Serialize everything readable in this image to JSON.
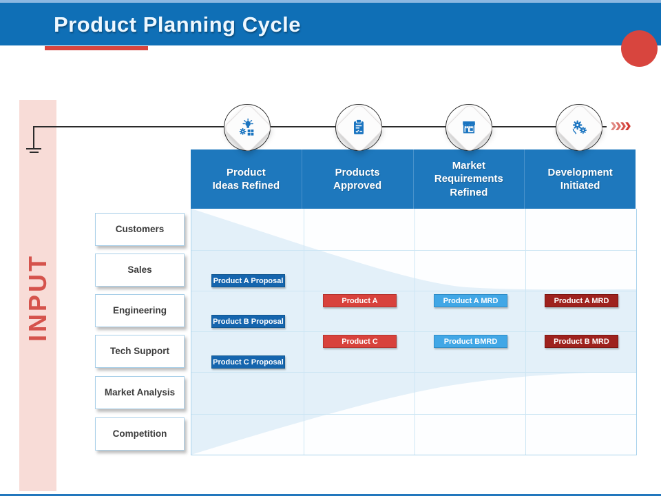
{
  "header": {
    "title": "Product Planning Cycle"
  },
  "sidebar": {
    "label": "INPUT"
  },
  "timeline": {
    "icons": [
      {
        "name": "idea-icon"
      },
      {
        "name": "clipboard-icon"
      },
      {
        "name": "store-icon"
      },
      {
        "name": "gears-icon"
      }
    ],
    "chevrons": [
      "›",
      "›",
      "›",
      "›"
    ]
  },
  "table": {
    "columns": [
      {
        "label": "Product\nIdeas Refined"
      },
      {
        "label": "Products\nApproved"
      },
      {
        "label": "Market\nRequirements\nRefined"
      },
      {
        "label": "Development\nInitiated"
      }
    ],
    "rows": [
      {
        "label": "Customers"
      },
      {
        "label": "Sales"
      },
      {
        "label": "Engineering"
      },
      {
        "label": "Tech Support"
      },
      {
        "label": "Market Analysis"
      },
      {
        "label": "Competition"
      }
    ],
    "chips": [
      {
        "label": "Product A Proposal",
        "type": "proposal"
      },
      {
        "label": "Product B Proposal",
        "type": "proposal"
      },
      {
        "label": "Product C Proposal",
        "type": "proposal"
      },
      {
        "label": "Product A",
        "type": "approved"
      },
      {
        "label": "Product C",
        "type": "approved"
      },
      {
        "label": "Product A MRD",
        "type": "mrd"
      },
      {
        "label": "Product BMRD",
        "type": "mrd"
      },
      {
        "label": "Product A MRD",
        "type": "dev"
      },
      {
        "label": "Product B MRD",
        "type": "dev"
      }
    ]
  },
  "colors": {
    "top_strip": "#8cb8e2",
    "header_bar": "#0f6fb6",
    "accent_red": "#d8453e",
    "sidebar_pink": "#f8dcd7",
    "input_text": "#d5534c",
    "table_header_blue": "#1e78bd",
    "funnel_tint": "#e3f0f9",
    "chip_proposal_blue": "#1565ae",
    "chip_approved_red": "#d8423c",
    "chip_mrd_lightblue": "#41a7e6",
    "chip_dev_darkred": "#9e221e",
    "icon_blue": "#1a74c0"
  }
}
